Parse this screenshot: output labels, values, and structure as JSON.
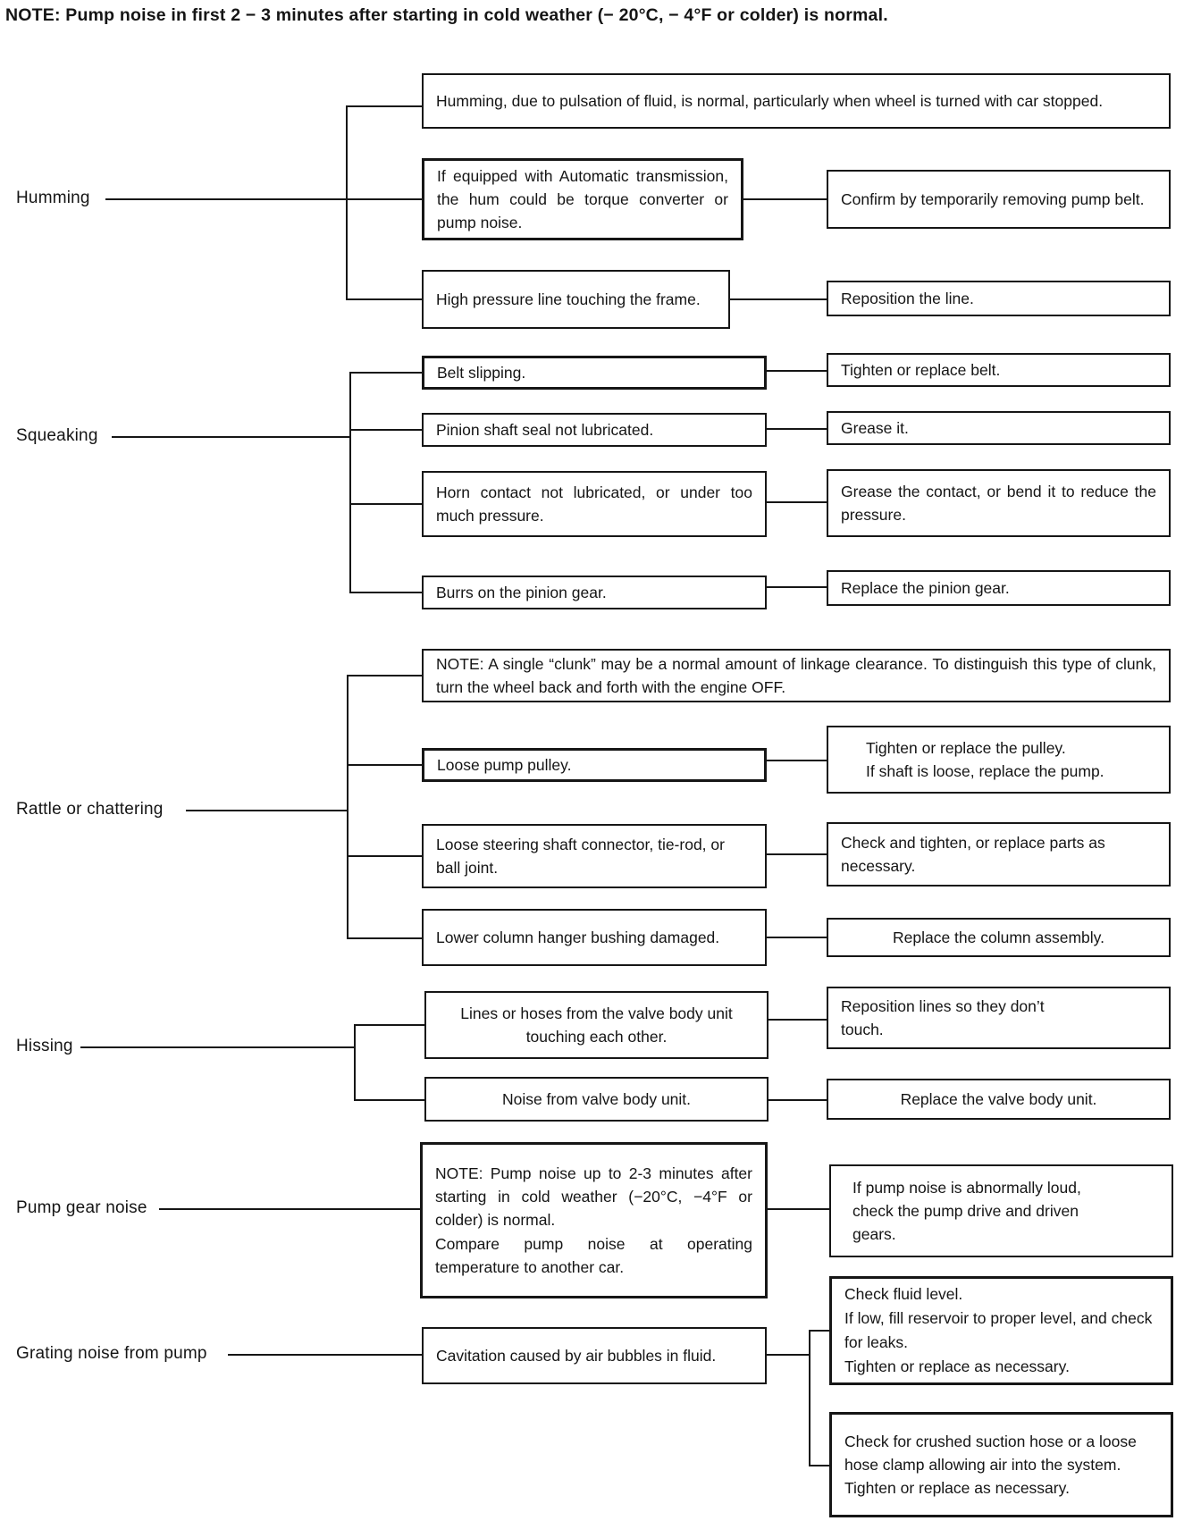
{
  "page": {
    "top_note": "NOTE:  Pump noise in first 2 − 3 minutes after starting in cold weather (− 20°C, − 4°F or colder) is normal."
  },
  "symptoms": {
    "humming": "Humming",
    "squeaking": "Squeaking",
    "rattle": "Rattle or chattering",
    "hissing": "Hissing",
    "pump_gear": "Pump gear noise",
    "grating": "Grating noise from pump"
  },
  "causes": {
    "humming_normal": "Humming, due to pulsation of fluid, is normal, particularly when wheel is turned with car stopped.",
    "humming_auto": "If equipped with Automatic transmission, the hum could be torque converter or pump noise.",
    "high_pressure_line": "High pressure line touching the frame.",
    "belt_slipping": "Belt slipping.",
    "pinion_seal": "Pinion shaft seal not lubricated.",
    "horn_contact": "Horn contact not lubricated, or under too much pressure.",
    "burrs": "Burrs on the pinion gear.",
    "clunk_note": "NOTE: A single “clunk” may be a normal amount of linkage clearance. To distinguish this type of clunk, turn the wheel back and forth with the engine OFF.",
    "loose_pulley": "Loose pump pulley.",
    "loose_connector": "Loose steering shaft connector, tie-rod, or ball joint.",
    "column_bushing": "Lower column hanger bushing damaged.",
    "lines_touching": "Lines or hoses from the valve body unit touching each other.",
    "valve_noise": "Noise from valve body unit.",
    "pump_note": "NOTE: Pump noise up to 2-3 minutes after starting in cold weather (−20°C, −4°F or colder) is normal.\nCompare pump noise at operating temperature to another car.",
    "cavitation": "Cavitation caused by air bubbles in fluid."
  },
  "remedies": {
    "confirm_belt": "Confirm by temporarily removing pump belt.",
    "reposition_line": "Reposition the line.",
    "tighten_belt": "Tighten or replace belt.",
    "grease_it": "Grease it.",
    "grease_contact": "Grease the contact, or bend it to reduce the pressure.",
    "replace_pinion": "Replace the pinion gear.",
    "replace_pulley": "Tighten or replace the pulley.\nIf shaft is loose, replace the pump.",
    "check_tighten": "Check and tighten, or replace parts as necessary.",
    "replace_column": "Replace the column assembly.",
    "reposition_lines": "Reposition lines so they don’t\ntouch.",
    "replace_valve": "Replace the valve body unit.",
    "loud_pump": "If pump noise is abnormally loud,\ncheck the pump drive and driven\ngears.",
    "fluid_level": "Check fluid level.\nIf low, fill reservoir to proper level, and check for leaks.\nTighten or replace as necessary.",
    "suction_hose": "Check for crushed suction hose or a loose hose clamp allowing air into the system.\nTighten or replace as necessary."
  }
}
